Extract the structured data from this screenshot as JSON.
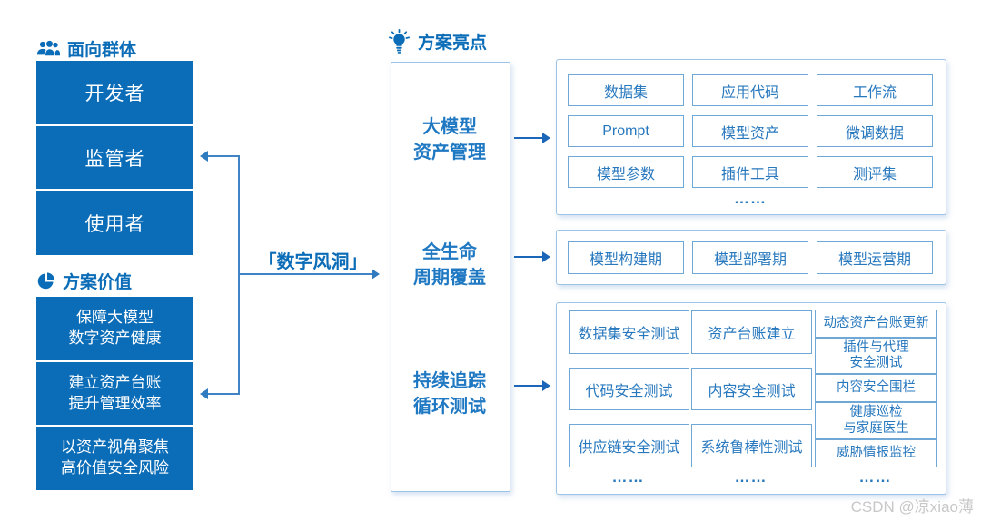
{
  "colors": {
    "accent": "#0b6cb7",
    "solid_box": "#0b6db8",
    "outline_border": "#6fa7d6",
    "outline_text": "#2878be",
    "group_border": "#9dc3e6",
    "arrow": "#1c66b9",
    "watermark": "#c8c8c8"
  },
  "left": {
    "groups_header": "面向群体",
    "groups": [
      "开发者",
      "监管者",
      "使用者"
    ],
    "value_header": "方案价值",
    "values": [
      "保障大模型\n数字资产健康",
      "建立资产台账\n提升管理效率",
      "以资产视角聚焦\n高价值安全风险"
    ]
  },
  "connector": {
    "label": "「数字风洞」"
  },
  "center": {
    "header": "方案亮点",
    "items": [
      "大模型\n资产管理",
      "全生命\n周期覆盖",
      "持续追踪\n循环测试"
    ]
  },
  "right": {
    "group1": {
      "cells": [
        "数据集",
        "应用代码",
        "工作流",
        "Prompt",
        "模型资产",
        "微调数据",
        "模型参数",
        "插件工具",
        "测评集"
      ],
      "more": "……"
    },
    "group2": {
      "cells": [
        "模型构建期",
        "模型部署期",
        "模型运营期"
      ]
    },
    "group3": {
      "col1": [
        "数据集安全测试",
        "代码安全测试",
        "供应链安全测试"
      ],
      "col2": [
        "资产台账建立",
        "内容安全测试",
        "系统鲁棒性测试"
      ],
      "col3": [
        "动态资产台账更新",
        "插件与代理\n安全测试",
        "内容安全围栏",
        "健康巡检\n与家庭医生",
        "威胁情报监控"
      ],
      "more1": "……",
      "more2": "……",
      "more3": "……"
    }
  },
  "watermark": "CSDN @凉xiao薄"
}
